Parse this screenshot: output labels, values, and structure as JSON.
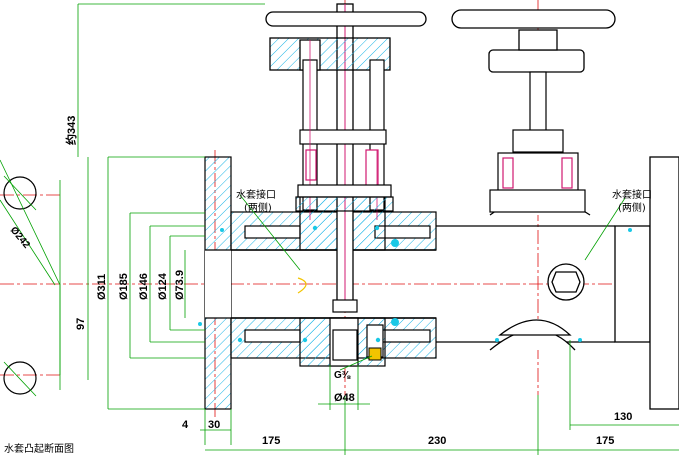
{
  "colors": {
    "outline": "#000000",
    "dimension_line": "#00a000",
    "center_line": "#e01010",
    "hatch": "#19b4e6",
    "accent_magenta": "#d01870",
    "highlight_yellow": "#f2c400",
    "marker_cyan": "#19c8e6"
  },
  "dimensions": {
    "height_overall": "约343",
    "d311": "Ø311",
    "d185": "Ø185",
    "d146": "Ø146",
    "d124": "Ø124",
    "d73_9": "Ø73.9",
    "h97": "97",
    "d242": "Ø242",
    "d48": "Ø48",
    "g_thread": "G⅜",
    "w4": "4",
    "w30": "30",
    "len175_left": "175",
    "len230": "230",
    "len175_right": "175",
    "len130": "130"
  },
  "notes": {
    "pressure_port_left": "水套接口",
    "pressure_port_left_sub": "(两侧)",
    "pressure_port_right": "水套接口",
    "pressure_port_right_sub": "(两侧)",
    "footer_caption": "水套凸起断面图"
  }
}
